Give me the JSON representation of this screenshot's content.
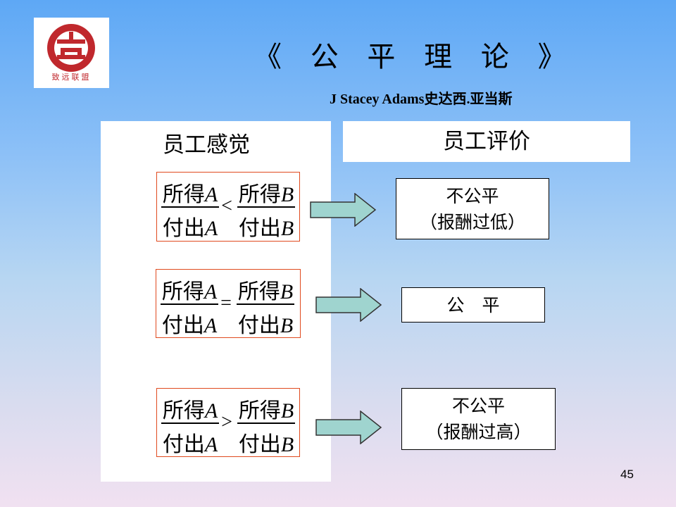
{
  "logo": {
    "text": "致远联盟"
  },
  "title": "《 公 平 理 论 》",
  "author": "J Stacey Adams史达西.亚当斯",
  "left_header": "员工感觉",
  "right_header": "员工评价",
  "rows": [
    {
      "num_a": "所得",
      "var_a": "A",
      "den_a": "付出",
      "dvar_a": "A",
      "op": "<",
      "num_b": "所得",
      "var_b": "B",
      "den_b": "付出",
      "dvar_b": "B",
      "result_line1": "不公平",
      "result_line2": "（报酬过低）"
    },
    {
      "num_a": "所得",
      "var_a": "A",
      "den_a": "付出",
      "dvar_a": "A",
      "op": "=",
      "num_b": "所得",
      "var_b": "B",
      "den_b": "付出",
      "dvar_b": "B",
      "result_line1": "公　平",
      "result_line2": ""
    },
    {
      "num_a": "所得",
      "var_a": "A",
      "den_a": "付出",
      "dvar_a": "A",
      "op": ">",
      "num_b": "所得",
      "var_b": "B",
      "den_b": "付出",
      "dvar_b": "B",
      "result_line1": "不公平",
      "result_line2": "（报酬过高）"
    }
  ],
  "page_number": "45",
  "colors": {
    "arrow_fill": "#9fd4cf",
    "formula_border": "#e04a1e",
    "logo_red": "#c0282d"
  }
}
